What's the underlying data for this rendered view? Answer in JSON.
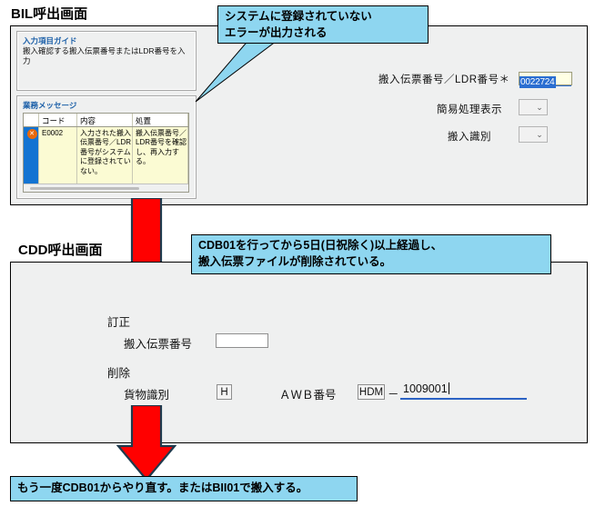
{
  "sections": {
    "bil": {
      "title": "BIL呼出画面",
      "guide": {
        "title": "入力項目ガイド",
        "text": "搬入確認する搬入伝票番号またはLDR番号を入力"
      },
      "messages": {
        "title": "業務メッセージ",
        "columns": [
          "",
          "コード",
          "内容",
          "処置"
        ],
        "rows": [
          {
            "icon": "error-icon",
            "icon_glyph": "✕",
            "code": "E0002",
            "content": "入力された搬入伝票番号／LDR番号がシステムに登録されていない。",
            "action": "搬入伝票番号／LDR番号を確認し、再入力する。"
          }
        ]
      },
      "fields": [
        {
          "label": "搬入伝票番号／LDR番号＊",
          "value": "0022724",
          "type": "text",
          "selected": true
        },
        {
          "label": "簡易処理表示",
          "value": "",
          "type": "combo"
        },
        {
          "label": "搬入識別",
          "value": "",
          "type": "combo"
        }
      ]
    },
    "cdd": {
      "title": "CDD呼出画面",
      "groups": [
        {
          "heading": "訂正",
          "field_label": "搬入伝票番号",
          "field_value": ""
        },
        {
          "heading": "削除",
          "field_label": "貨物識別",
          "field_value": "H",
          "awb_label": "ＡＷＢ番号",
          "awb_prefix": "HDM",
          "awb_separator": "－",
          "awb_value": "1009001"
        }
      ]
    }
  },
  "callouts": {
    "error_note": "システムに登録されていない\nエラーが出力される",
    "cdd_note": "CDB01を行ってから5日(日祝除く)以上経過し、\n搬入伝票ファイルが削除されている。",
    "bottom_note": "もう一度CDB01からやり直す。またはBII01で搬入する。"
  },
  "colors": {
    "callout_fill": "#8ed6f0",
    "arrow_fill": "#ff0000",
    "arrow_stroke": "#1f3a4d",
    "panel_bg": "#eff0f0",
    "selection_blue": "#2a6ed1",
    "grid_yellow": "#fbfbd3",
    "error_badge": "#e8690b",
    "row_marker_blue": "#1273d2"
  },
  "icons": {
    "error": "error-icon",
    "dropdown": "chevron-down-icon",
    "arrow_down": "arrow-down-icon"
  }
}
